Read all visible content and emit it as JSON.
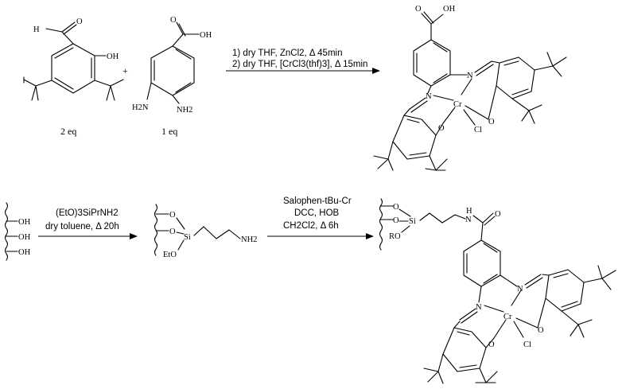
{
  "reaction1": {
    "aldehyde_label_H": "H",
    "aldehyde_label_O": "O",
    "aldehyde_label_OH": "OH",
    "aldehyde_eq": "2 eq",
    "plus": "+",
    "diamine_label_O": "O",
    "diamine_label_OH": "OH",
    "diamine_label_NH2_a": "H2N",
    "diamine_label_NH2_b": "NH2",
    "diamine_eq": "1 eq",
    "condition_line1": "1) dry THF, ZnCl2, Δ 45min",
    "condition_line2": "2) dry THF, [CrCl3(thf)3], Δ 15min",
    "product_O": "O",
    "product_OH": "OH",
    "product_N1": "N",
    "product_N2": "N",
    "product_Cr": "Cr",
    "product_O1": "O",
    "product_O2": "O",
    "product_Cl": "Cl"
  },
  "reaction2": {
    "silica_OH": [
      "OH",
      "OH",
      "OH"
    ],
    "condition1": "(EtO)3SiPrNH2",
    "condition2": "dry toluene, Δ 20h",
    "amine_O1": "O",
    "amine_O2": "O",
    "amine_Si": "Si",
    "amine_EtO": "EtO",
    "amine_NH2": "NH2"
  },
  "reaction3": {
    "condition1": "Salophen-tBu-Cr",
    "condition2": "DCC, HOB",
    "condition3": "CH2Cl2, Δ 6h",
    "final_O1": "O",
    "final_O2": "O",
    "final_Si": "Si",
    "final_RO": "RO",
    "final_H": "H",
    "final_N": "N",
    "final_carbonyl_O": "O",
    "final_N1": "N",
    "final_N2": "N",
    "final_Cr": "Cr",
    "final_Oa": "O",
    "final_Ob": "O",
    "final_Cl": "Cl"
  }
}
